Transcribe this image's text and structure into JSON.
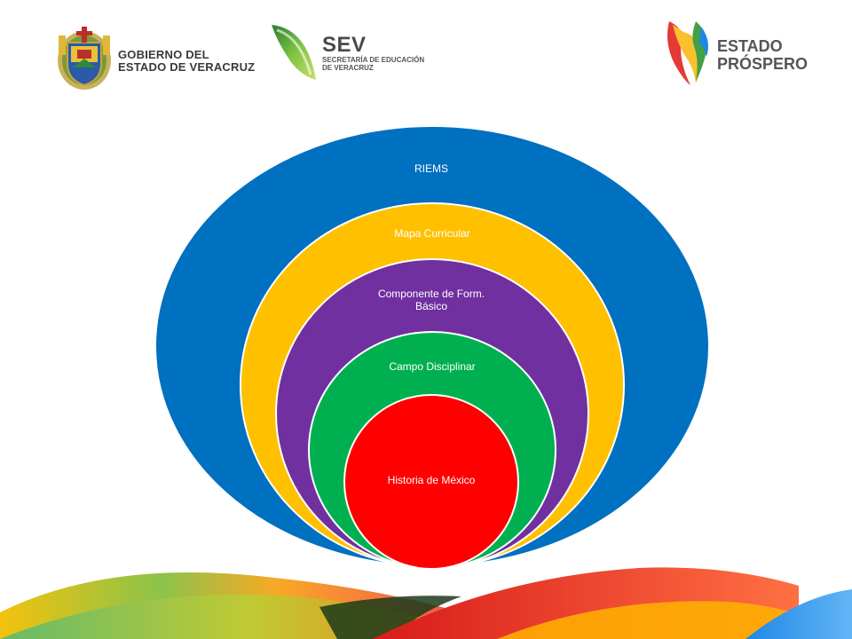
{
  "header": {
    "gobierno": {
      "line1": "GOBIERNO DEL",
      "line2": "ESTADO DE VERACRUZ"
    },
    "sev": {
      "title": "SEV",
      "line1": "SECRETARÍA DE EDUCACIÓN",
      "line2": "DE VERACRUZ"
    },
    "estado_prospero": {
      "line1": "ESTADO",
      "line2": "PRÓSPERO"
    }
  },
  "diagram": {
    "rings": [
      {
        "label": "RIEMS",
        "color": "#0070c0"
      },
      {
        "label": "Mapa Curricular",
        "color": "#ffc000"
      },
      {
        "label_line1": "Componente de Form.",
        "label_line2": "Básico",
        "color": "#7030a0"
      },
      {
        "label": "Campo Disciplinar",
        "color": "#00b050"
      },
      {
        "label": "Historia de México",
        "color": "#ff0000"
      }
    ]
  }
}
